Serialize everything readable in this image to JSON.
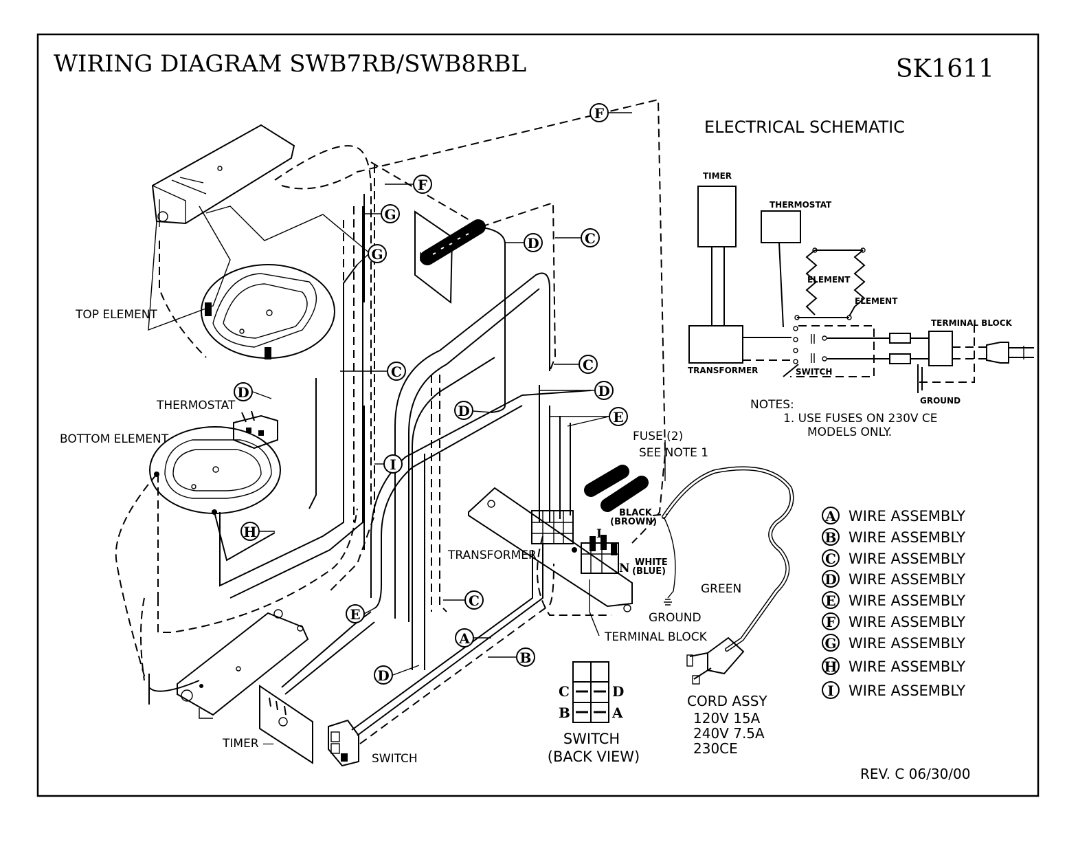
{
  "header": {
    "title": "WIRING DIAGRAM SWB7RB/SWB8RBL",
    "doc_id": "SK1611"
  },
  "schematic": {
    "title": "ELECTRICAL SCHEMATIC",
    "timer": "TIMER",
    "thermostat": "THERMOSTAT",
    "element1": "ELEMENT",
    "element2": "ELEMENT",
    "terminal_block": "TERMINAL BLOCK",
    "transformer": "TRANSFORMER",
    "switch": "SWITCH",
    "ground": "GROUND"
  },
  "notes": {
    "heading": "NOTES:",
    "line1": "1.  USE FUSES ON 230V CE",
    "line2": "MODELS ONLY."
  },
  "components": {
    "top_element": "TOP ELEMENT",
    "thermostat": "THERMOSTAT",
    "bottom_element": "BOTTOM ELEMENT",
    "transformer": "TRANSFORMER",
    "timer": "TIMER —",
    "switch": "SWITCH",
    "fuse": "FUSE (2)",
    "see_note": "SEE NOTE 1",
    "black": "BLACK",
    "brown": "(BROWN)",
    "white": "WHITE",
    "blue": "(BLUE)",
    "letter_l": "L",
    "letter_n": "N",
    "green": "GREEN",
    "ground": "GROUND",
    "terminal_block": "TERMINAL BLOCK"
  },
  "wire_bubbles": [
    "A",
    "B",
    "C",
    "D",
    "E",
    "F",
    "G",
    "H",
    "I"
  ],
  "switch_back": {
    "c": "C",
    "d": "D",
    "b": "B",
    "a": "A",
    "label1": "SWITCH",
    "label2": "(BACK VIEW)"
  },
  "cord": {
    "title": "CORD ASSY",
    "line1": "120V  15A",
    "line2": "240V  7.5A",
    "line3": "230CE"
  },
  "legend": [
    {
      "letter": "A",
      "label": "WIRE ASSEMBLY"
    },
    {
      "letter": "B",
      "label": "WIRE ASSEMBLY"
    },
    {
      "letter": "C",
      "label": "WIRE ASSEMBLY"
    },
    {
      "letter": "D",
      "label": "WIRE ASSEMBLY"
    },
    {
      "letter": "E",
      "label": "WIRE ASSEMBLY"
    },
    {
      "letter": "F",
      "label": "WIRE ASSEMBLY"
    },
    {
      "letter": "G",
      "label": "WIRE ASSEMBLY"
    },
    {
      "letter": "H",
      "label": "WIRE ASSEMBLY"
    },
    {
      "letter": "I",
      "label": "WIRE ASSEMBLY"
    }
  ],
  "revision": "REV. C 06/30/00"
}
